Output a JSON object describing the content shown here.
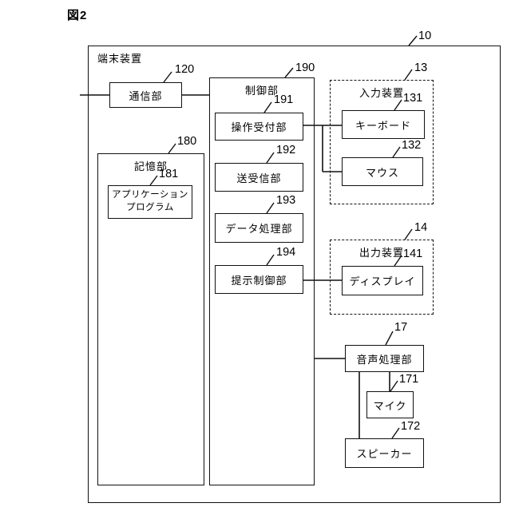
{
  "figure": {
    "title": "図2",
    "labels": {
      "outer": "端末装置",
      "comm": "通信部",
      "storage": "記憶部",
      "app_line1": "アプリケーション",
      "app_line2": "プログラム",
      "control": "制御部",
      "op": "操作受付部",
      "txrx": "送受信部",
      "dataproc": "データ処理部",
      "present": "提示制御部",
      "input": "入力装置",
      "keyboard": "キーボード",
      "mouse": "マウス",
      "output": "出力装置",
      "display": "ディスプレイ",
      "audio": "音声処理部",
      "mic": "マイク",
      "speaker": "スピーカー"
    },
    "refs": {
      "outer": "10",
      "comm": "120",
      "storage": "180",
      "app": "181",
      "control": "190",
      "op": "191",
      "txrx": "192",
      "dataproc": "193",
      "present": "194",
      "input": "13",
      "keyboard": "131",
      "mouse": "132",
      "output": "14",
      "display": "141",
      "audio": "17",
      "mic": "171",
      "speaker": "172"
    },
    "line_color": "#111111"
  }
}
